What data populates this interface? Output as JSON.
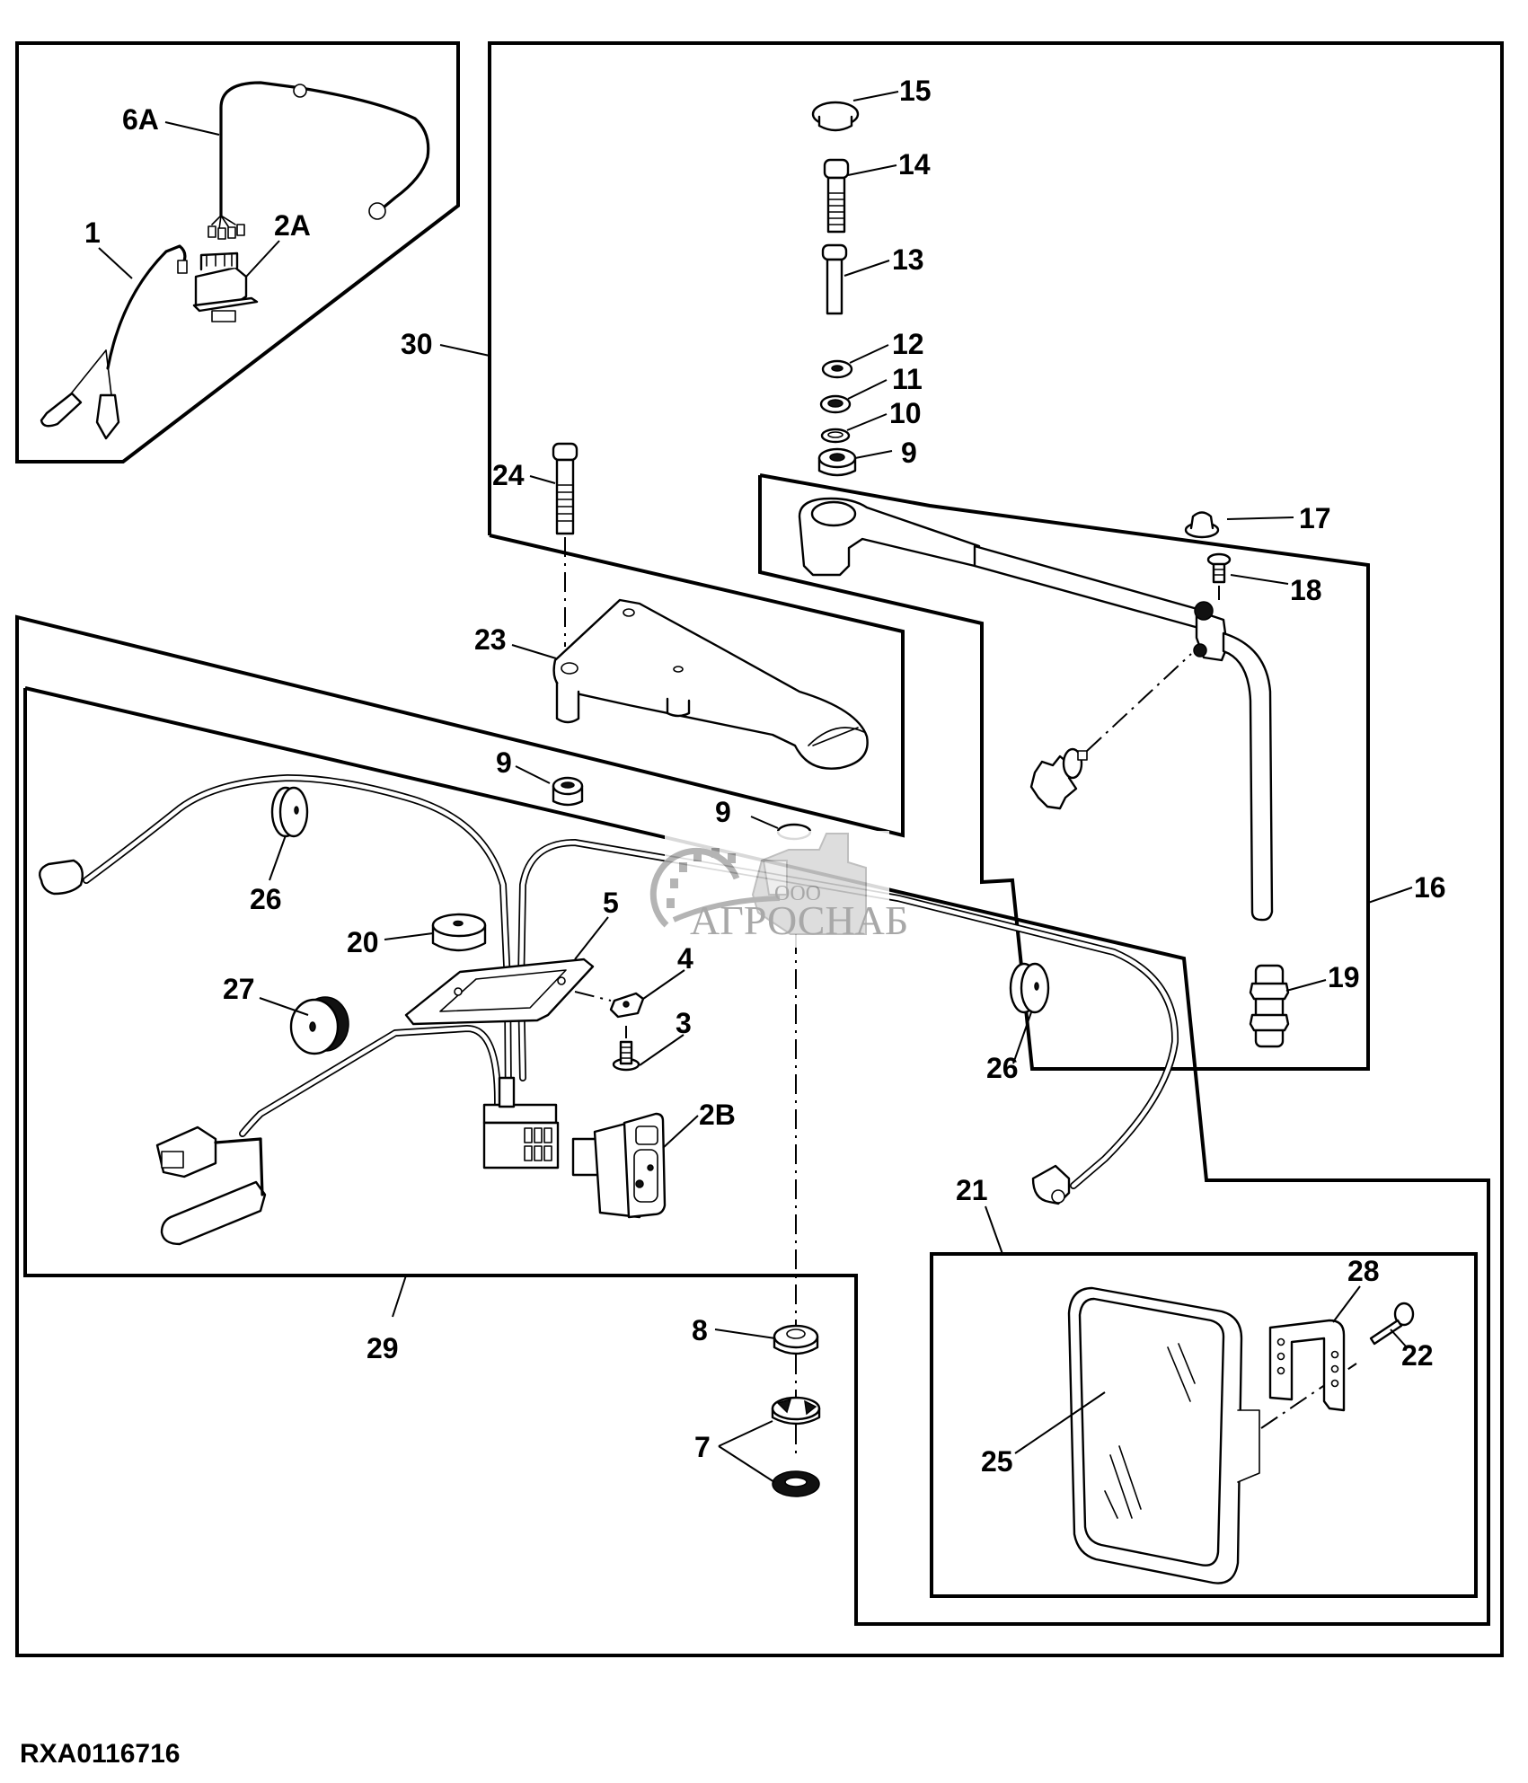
{
  "figure": {
    "title": "Mirror assembly with electric harness — exploded parts diagram",
    "figure_id": "RXA0116716"
  },
  "watermark": {
    "company_prefix": "ООО",
    "company_name": "АГРОСНАБ",
    "color": "#9a9a9a"
  },
  "callouts": [
    {
      "id": "6A",
      "label": "6A",
      "part": "Wiring harness (upper)"
    },
    {
      "id": "1",
      "label": "1",
      "part": "Wiring harness (lower)"
    },
    {
      "id": "2A",
      "label": "2A",
      "part": "Switch"
    },
    {
      "id": "30",
      "label": "30",
      "part": "Mirror mounting kit"
    },
    {
      "id": "15",
      "label": "15",
      "part": "Cap"
    },
    {
      "id": "14",
      "label": "14",
      "part": "Cap screw"
    },
    {
      "id": "13",
      "label": "13",
      "part": "Bushing"
    },
    {
      "id": "12",
      "label": "12",
      "part": "Washer"
    },
    {
      "id": "11",
      "label": "11",
      "part": "Washer"
    },
    {
      "id": "10",
      "label": "10",
      "part": "Washer"
    },
    {
      "id": "9a",
      "label": "9",
      "part": "Bushing"
    },
    {
      "id": "24",
      "label": "24",
      "part": "Cap screw"
    },
    {
      "id": "17",
      "label": "17",
      "part": "Cap"
    },
    {
      "id": "18",
      "label": "18",
      "part": "Screw"
    },
    {
      "id": "23",
      "label": "23",
      "part": "Bracket"
    },
    {
      "id": "9b",
      "label": "9",
      "part": "Bushing"
    },
    {
      "id": "9c",
      "label": "9",
      "part": "Bushing"
    },
    {
      "id": "16",
      "label": "16",
      "part": "Mirror arm"
    },
    {
      "id": "26a",
      "label": "26",
      "part": "Grommet"
    },
    {
      "id": "5",
      "label": "5",
      "part": "Plate"
    },
    {
      "id": "20",
      "label": "20",
      "part": "Grommet"
    },
    {
      "id": "4",
      "label": "4",
      "part": "Nut"
    },
    {
      "id": "27",
      "label": "27",
      "part": "Grommet"
    },
    {
      "id": "3",
      "label": "3",
      "part": "Screw"
    },
    {
      "id": "19",
      "label": "19",
      "part": "Fitting"
    },
    {
      "id": "26b",
      "label": "26",
      "part": "Grommet"
    },
    {
      "id": "2B",
      "label": "2B",
      "part": "Switch"
    },
    {
      "id": "21",
      "label": "21",
      "part": "Mirror assembly"
    },
    {
      "id": "29",
      "label": "29",
      "part": "Wiring harness"
    },
    {
      "id": "8",
      "label": "8",
      "part": "Lock nut"
    },
    {
      "id": "28",
      "label": "28",
      "part": "Bracket"
    },
    {
      "id": "22",
      "label": "22",
      "part": "Screw"
    },
    {
      "id": "7",
      "label": "7",
      "part": "Washers"
    },
    {
      "id": "25",
      "label": "25",
      "part": "Mirror head"
    }
  ]
}
